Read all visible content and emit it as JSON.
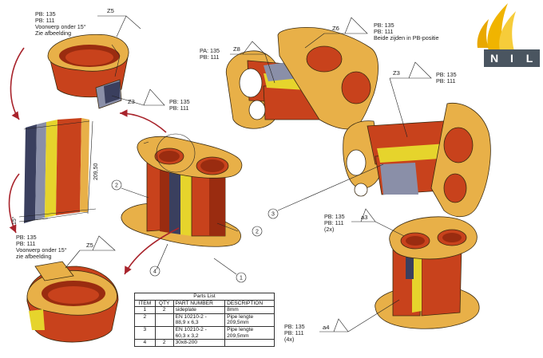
{
  "logo": {
    "letters": [
      "N",
      "I",
      "L"
    ],
    "bg_color": "#4a5560",
    "flame_color": "#f0b400"
  },
  "weld_labels": [
    {
      "id": "z5a",
      "zone": "Z5",
      "lines": [
        "PB: 135",
        "PB: 111",
        "Voorwerp onder 15°",
        "Zie afbeelding"
      ]
    },
    {
      "id": "z3a",
      "zone": "Z3",
      "lines": [
        "PB: 135",
        "PB: 111"
      ]
    },
    {
      "id": "z8",
      "zone": "Z8",
      "lines": [
        "PA: 135",
        "PB: 111"
      ]
    },
    {
      "id": "z6",
      "zone": "Z6",
      "lines": [
        "PB: 135",
        "PB: 111",
        "Beide zijden in PB-positie"
      ]
    },
    {
      "id": "z3b",
      "zone": "Z3",
      "lines": [
        "PB: 135",
        "PB: 111"
      ]
    },
    {
      "id": "z5b",
      "zone": "Z5",
      "lines": [
        "PB: 135",
        "PB: 111",
        "Voorwerp onder 15°",
        "zie afbeelding"
      ]
    },
    {
      "id": "a3",
      "zone": "a3",
      "lines": [
        "PB: 135",
        "PB: 111",
        "(2x)"
      ]
    },
    {
      "id": "a4",
      "zone": "a4",
      "lines": [
        "PB: 135",
        "PB: 111",
        "(4x)"
      ]
    }
  ],
  "dimensions": {
    "height": "209,50",
    "angle": "15°"
  },
  "balloons": [
    "1",
    "2",
    "2",
    "3",
    "4"
  ],
  "parts_list": {
    "title": "Parts List",
    "headers": [
      "ITEM",
      "QTY",
      "PART NUMBER",
      "DESCRIPTION"
    ],
    "rows": [
      {
        "item": "1",
        "qty": "2",
        "part": [
          "sideplate"
        ],
        "desc": [
          "8mm"
        ]
      },
      {
        "item": "2",
        "qty": "",
        "part": [
          "EN 10210-2 -",
          "88,9 x 6,3"
        ],
        "desc": [
          "Pipe lengte",
          "209,5mm"
        ]
      },
      {
        "item": "3",
        "qty": "",
        "part": [
          "EN 10210-2 -",
          "60,3 x 3,2"
        ],
        "desc": [
          "Pipe lengte",
          "209,5mm"
        ]
      },
      {
        "item": "4",
        "qty": "2",
        "part": [
          "30x8-200"
        ],
        "desc": [
          ""
        ]
      }
    ]
  },
  "colors": {
    "plate": "#e8b048",
    "pipe_red": "#c8421c",
    "pipe_dark": "#9a2c10",
    "bar_yellow": "#e6d42c",
    "bar_grey": "#8a8fa8",
    "bar_navy": "#3a3f5e",
    "arrow": "#a8232b"
  }
}
